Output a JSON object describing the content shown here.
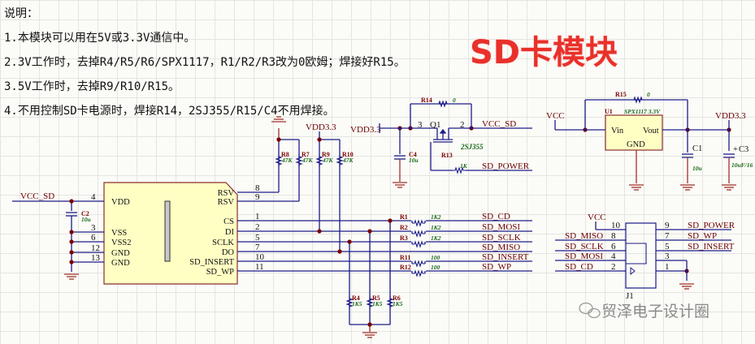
{
  "notes": {
    "heading": "说明：",
    "items": [
      "1.本模块可以用在5V或3.3V通信中。",
      "2.3V工作时，去掉R4/R5/R6/SPX1117，R1/R2/R3改为0欧姆；焊接好R15。",
      "3.5V工作时，去掉R9/R10/R15。",
      "4.不用控制SD卡电源时，焊接R14，2SJ355/R15/C4不用焊接。"
    ]
  },
  "title": "SD卡模块",
  "watermark": "贸泽电子设计圈",
  "sd_card": {
    "left_pins": [
      {
        "num": "4",
        "name": "VDD"
      },
      {
        "num": "3",
        "name": "VSS"
      },
      {
        "num": "6",
        "name": "VSS2"
      },
      {
        "num": "12",
        "name": "GND"
      },
      {
        "num": "13",
        "name": "GND"
      }
    ],
    "right_pins": [
      {
        "num": "8",
        "name": "RSV"
      },
      {
        "num": "9",
        "name": "RSV"
      },
      {
        "num": "1",
        "name": "CS"
      },
      {
        "num": "2",
        "name": "DI"
      },
      {
        "num": "5",
        "name": "SCLK"
      },
      {
        "num": "7",
        "name": "DO"
      },
      {
        "num": "10",
        "name": "SD_INSERT"
      },
      {
        "num": "11",
        "name": "SD_WP"
      }
    ],
    "net_in": "VCC_SD",
    "cap": {
      "ref": "C2",
      "val": "10u"
    }
  },
  "pullups": {
    "gnd_pair": [
      {
        "ref": "R8",
        "val": "47K"
      },
      {
        "ref": "R7",
        "val": "47K"
      }
    ],
    "vdd_label": "VDD3.3",
    "vdd_pair": [
      {
        "ref": "R9",
        "val": "47K"
      },
      {
        "ref": "R10",
        "val": "47K"
      }
    ],
    "pulldowns": [
      {
        "ref": "R4",
        "val": "1K5"
      },
      {
        "ref": "R5",
        "val": "1K5"
      },
      {
        "ref": "R6",
        "val": "1K5"
      }
    ]
  },
  "series": [
    {
      "ref": "R1",
      "val": "1K2",
      "net": "SD_CD"
    },
    {
      "ref": "R2",
      "val": "1K2",
      "net": "SD_MOSI"
    },
    {
      "ref": "R3",
      "val": "1K2",
      "net": "SD_SCLK"
    },
    {
      "ref": "",
      "val": "",
      "net": "SD_MISO"
    },
    {
      "ref": "R11",
      "val": "100",
      "net": "SD_INSERT"
    },
    {
      "ref": "R12",
      "val": "100",
      "net": "SD_WP"
    }
  ],
  "power_switch": {
    "in_label": "VDD3.3",
    "q_ref": "Q1",
    "q_part": "2SJ355",
    "pin_s": "3",
    "pin_d": "2",
    "r14": {
      "ref": "R14",
      "val": "0"
    },
    "r13": {
      "ref": "R13",
      "val": "1K"
    },
    "c4": {
      "ref": "C4",
      "val": "10u"
    },
    "out_label": "VCC_SD",
    "ctrl_label": "SD_POWER"
  },
  "regulator": {
    "in_label": "VCC",
    "ref": "U1",
    "part": "SPX1117 3.3V",
    "vin": "Vin",
    "vout": "Vout",
    "gnd": "GND",
    "r15": {
      "ref": "R15",
      "val": "0"
    },
    "c1": {
      "ref": "C1",
      "val": "10u"
    },
    "c3": {
      "ref": "C3",
      "val": "10uF/16",
      "plus": "+"
    },
    "out_label": "VDD3.3"
  },
  "connector": {
    "ref": "J1",
    "vcc": "VCC",
    "left": [
      {
        "num": "10",
        "net": ""
      },
      {
        "num": "8",
        "net": "SD_MISO"
      },
      {
        "num": "6",
        "net": "SD_SCLK"
      },
      {
        "num": "4",
        "net": "SD_MOSI"
      },
      {
        "num": "2",
        "net": "SD_CD"
      }
    ],
    "right": [
      {
        "num": "9",
        "net": "SD_POWER"
      },
      {
        "num": "7",
        "net": "SD_WP"
      },
      {
        "num": "5",
        "net": "SD_INSERT"
      },
      {
        "num": "3",
        "net": ""
      },
      {
        "num": "1",
        "net": ""
      }
    ]
  }
}
